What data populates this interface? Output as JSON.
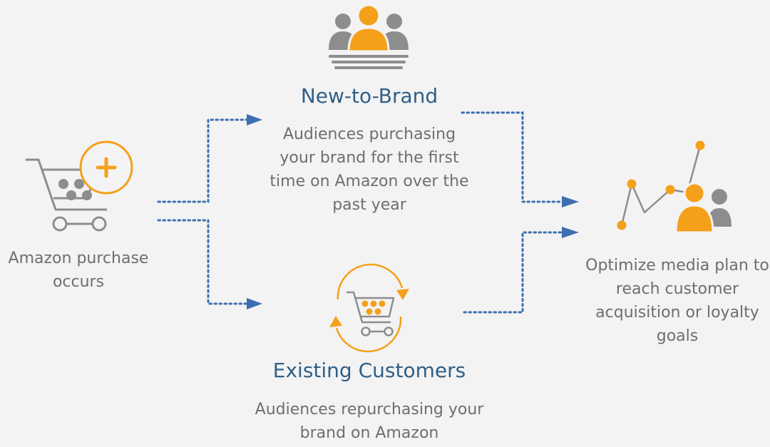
{
  "purchase": {
    "label": "Amazon purchase occurs"
  },
  "new_to_brand": {
    "title": "New-to-Brand",
    "description": "Audiences purchasing your brand for the first time on Amazon over the past year"
  },
  "existing_customers": {
    "title": "Existing Customers",
    "description": "Audiences repurchasing your brand on Amazon"
  },
  "optimize": {
    "description": "Optimize media plan to reach customer acquisition or loyalty goals"
  },
  "colors": {
    "accent_orange": "#f5a01a",
    "icon_gray": "#8d8d8d",
    "heading_blue": "#2f5f86",
    "connector_blue": "#3d6fb0",
    "background": "#f3f3f3"
  },
  "icons": {
    "purchase": "shopping-cart-plus-icon",
    "new_to_brand": "audience-group-icon",
    "existing_customers": "cart-repeat-icon",
    "optimize": "chart-audience-icon"
  }
}
